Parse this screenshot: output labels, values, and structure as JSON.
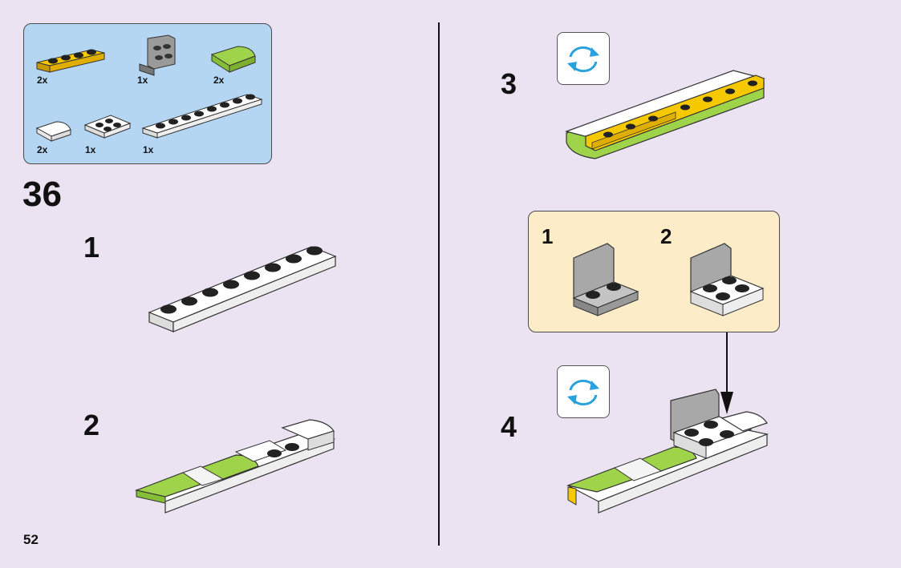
{
  "page_number": "52",
  "step_number": "36",
  "parts_list": {
    "qty_yellow_plate": "2x",
    "qty_gray_bracket": "1x",
    "qty_lime_slope": "2x",
    "qty_white_slope": "2x",
    "qty_white_2x2": "1x",
    "qty_white_plate_long": "1x"
  },
  "substeps": {
    "s1": "1",
    "s2": "2",
    "s3": "3",
    "s4": "4"
  },
  "callout": {
    "c1": "1",
    "c2": "2"
  },
  "colors": {
    "background": "#ebe3f2",
    "parts_panel": "#b4d6f3",
    "callout_panel": "#fcecc8",
    "yellow": "#f5c800",
    "lime": "#9fd44a",
    "white_brick": "#ffffff",
    "gray": "#a8a8a8",
    "rotate_arrow": "#2aa0dd"
  },
  "icons": [
    "rotate-icon",
    "arrow-down-icon"
  ]
}
